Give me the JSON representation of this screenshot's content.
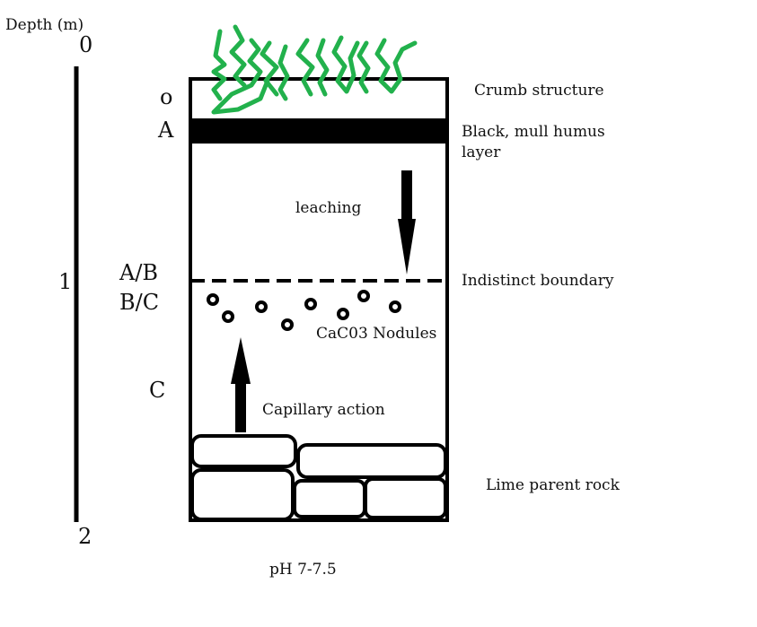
{
  "depth_axis": {
    "title": "Depth (m)",
    "ticks": [
      "0",
      "1",
      "2"
    ]
  },
  "horizons": {
    "o": "o",
    "a": "A",
    "ab": "A/B",
    "bc": "B/C",
    "c": "C"
  },
  "annotations": {
    "crumb": "Crumb structure",
    "humus_line1": "Black, mull humus",
    "humus_line2": "layer",
    "leaching": "leaching",
    "boundary": "Indistinct boundary",
    "nodules": "CaC03 Nodules",
    "capillary": "Capillary action",
    "parent_rock": "Lime parent rock",
    "ph": "pH 7-7.5"
  },
  "colors": {
    "ink": "#000000",
    "vegetation": "#22b14c",
    "paper": "#ffffff"
  }
}
